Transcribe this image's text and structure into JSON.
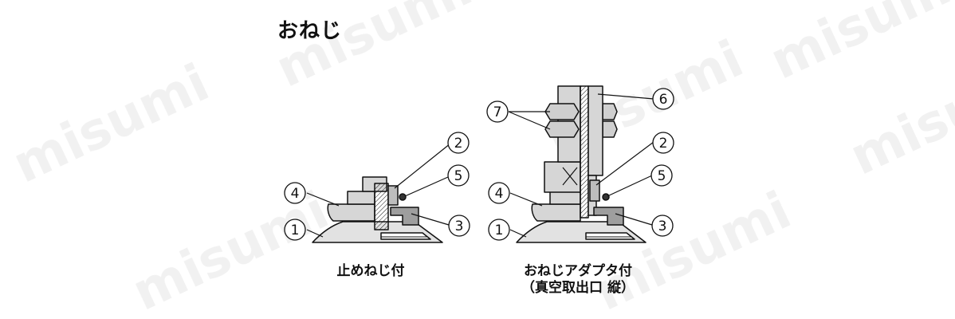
{
  "title": "おねじ",
  "watermark": "misumi",
  "left_figure": {
    "caption": "止めねじ付",
    "callouts": [
      "1",
      "2",
      "3",
      "4",
      "5"
    ]
  },
  "right_figure": {
    "caption_line1": "おねじアダプタ付",
    "caption_line2": "（真空取出口 縦）",
    "callouts": [
      "1",
      "2",
      "3",
      "4",
      "5",
      "6",
      "7"
    ]
  },
  "colors": {
    "line": "#111111",
    "part_fill": "#dcdcdc",
    "watermark": "#e2e2e2"
  }
}
